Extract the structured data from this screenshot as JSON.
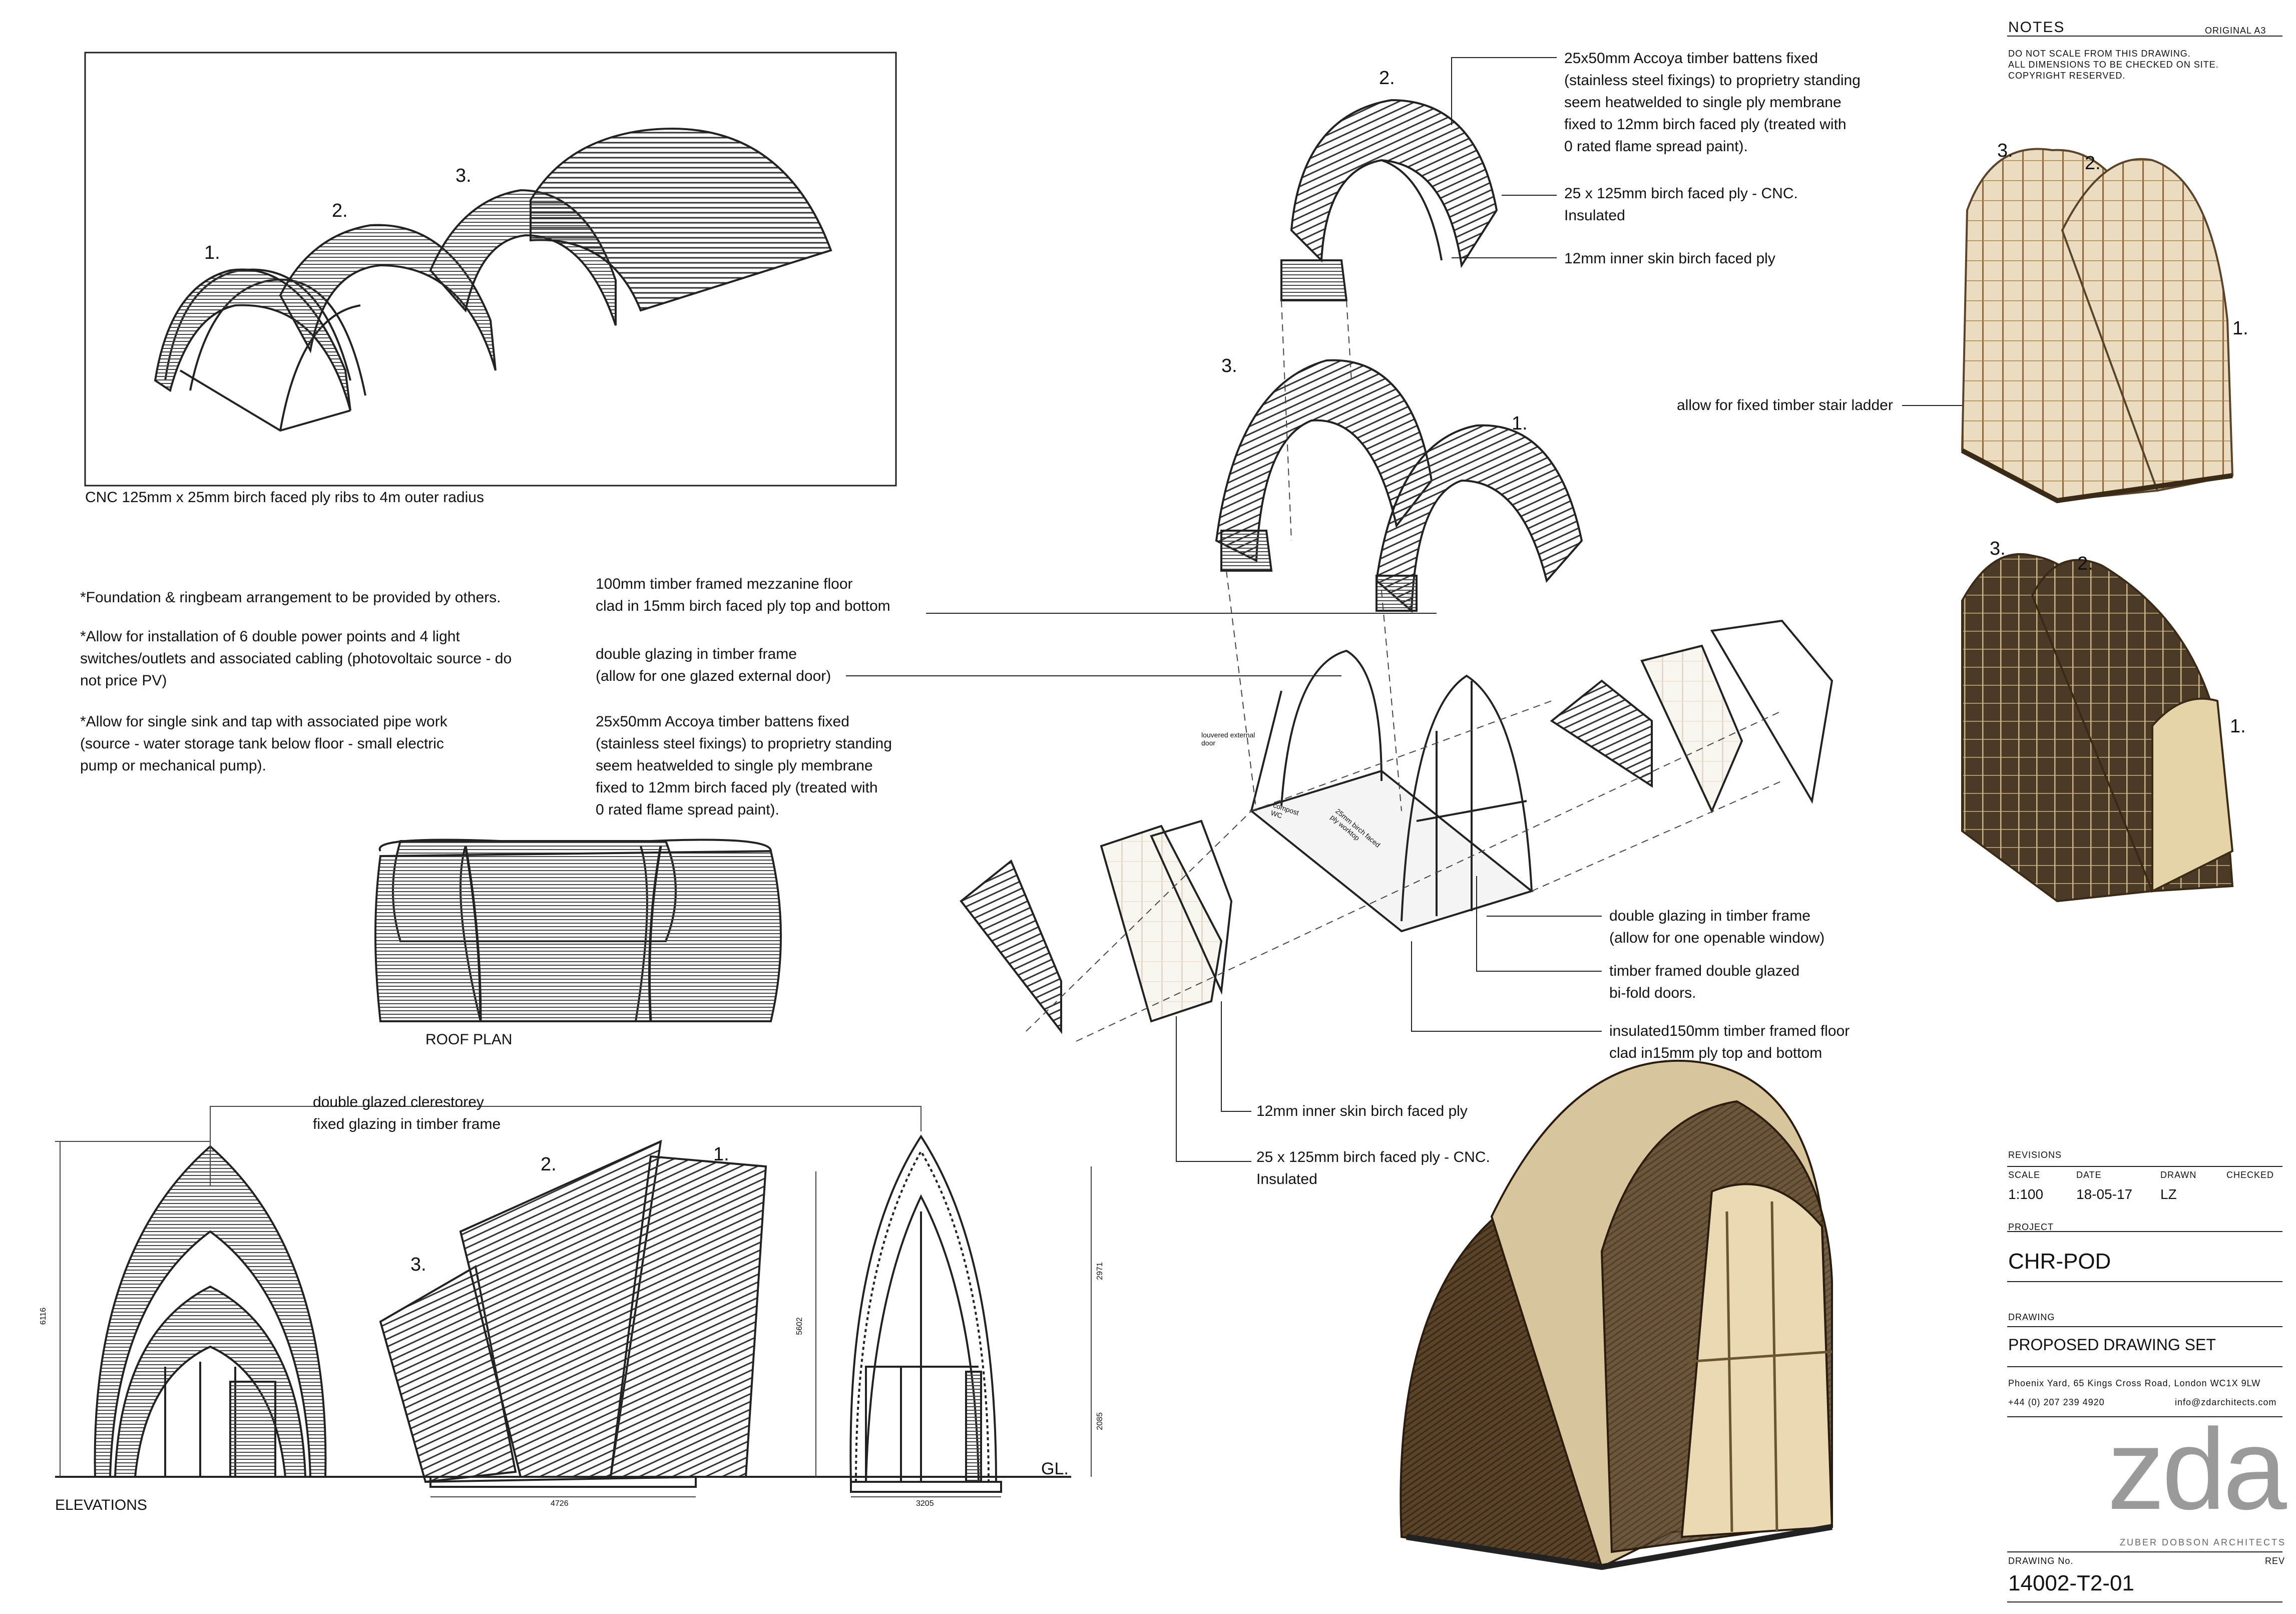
{
  "intro_panel": {
    "caption": "CNC 125mm x 25mm birch faced ply ribs to 4m outer radius",
    "rib_numbers": [
      "1.",
      "2.",
      "3."
    ]
  },
  "general_notes": [
    "*Foundation & ringbeam arrangement to be provided by others.",
    "*Allow for installation of 6 double power points and  4 light switches/outlets and associated cabling (photovoltaic source - do not price PV)",
    "*Allow for single sink and tap with associated pipe work (source - water storage tank below floor - small electric pump or mechanical pump)."
  ],
  "roof_plan": {
    "label": "ROOF PLAN"
  },
  "exploded": {
    "numbers": {
      "top": "2.",
      "left": "3.",
      "right": "1."
    },
    "callouts": {
      "battens_top": "25x50mm Accoya timber battens fixed\n(stainless steel fixings) to proprietry standing\nseem heatwelded to single ply membrane\nfixed to 12mm birch faced ply (treated with\n0 rated flame spread paint).",
      "birch_ply_cnc_top": "25 x 125mm birch faced ply - CNC.\nInsulated",
      "inner_skin_top": "12mm inner skin birch faced ply",
      "mezzanine": "100mm timber framed mezzanine floor\nclad in 15mm birch faced ply top and bottom",
      "glazing_door": "double glazing in timber frame\n(allow for one glazed external door)",
      "battens_mid": "25x50mm Accoya timber battens fixed\n(stainless steel fixings) to proprietry standing\nseem heatwelded to single ply membrane\nfixed to 12mm birch faced ply (treated with\n0 rated flame spread paint).",
      "glazing_window": "double glazing in timber frame\n(allow for one openable window)",
      "bifold": "timber framed double glazed\nbi-fold doors.",
      "floor": "insulated150mm timber framed floor\nclad in15mm ply top and bottom",
      "inner_skin_bottom": "12mm inner skin birch faced ply",
      "birch_ply_cnc_bottom": "25 x 125mm birch faced ply - CNC.\nInsulated"
    },
    "small_labels": [
      "louvered external door",
      "compost WC",
      "25mm birch faced ply worktop"
    ]
  },
  "stair_callout": "allow for fixed timber stair ladder",
  "render_numbers": {
    "a": [
      "3.",
      "2.",
      "1."
    ],
    "b": [
      "3.",
      "2.",
      "1."
    ]
  },
  "elevations": {
    "label": "ELEVATIONS",
    "clerestorey": "double glazed clerestorey\nfixed glazing in timber frame",
    "numbers": {
      "left": "3.",
      "mid": "2.",
      "right": "1."
    },
    "gl": "GL.",
    "dims": {
      "height_left": "6116",
      "width_side": "4726",
      "height_side": "5602",
      "width_front": "3205",
      "upper": "2971",
      "lower": "2085"
    }
  },
  "title_block": {
    "notes_title": "NOTES",
    "original": "ORIGINAL   A3",
    "disclaimer": "DO NOT SCALE FROM THIS DRAWING.\nALL DIMENSIONS TO BE CHECKED ON SITE.\nCOPYRIGHT RESERVED.",
    "revisions": "REVISIONS",
    "scale_h": "SCALE",
    "date_h": "DATE",
    "drawn_h": "DRAWN",
    "checked_h": "CHECKED",
    "scale": "1:100",
    "date": "18-05-17",
    "drawn": "LZ",
    "project_h": "PROJECT",
    "project": "CHR-POD",
    "drawing_h": "DRAWING",
    "drawing": "PROPOSED DRAWING SET",
    "address": "Phoenix Yard,  65 Kings Cross Road,  London   WC1X 9LW",
    "phone": "+44 (0)  207 239 4920",
    "email": "info@zdarchitects.com",
    "logo": "zda",
    "firm": "ZUBER DOBSON ARCHITECTS",
    "drawing_no_h": "DRAWING No.",
    "rev_h": "REV",
    "drawing_no": "14002-T2-01"
  }
}
